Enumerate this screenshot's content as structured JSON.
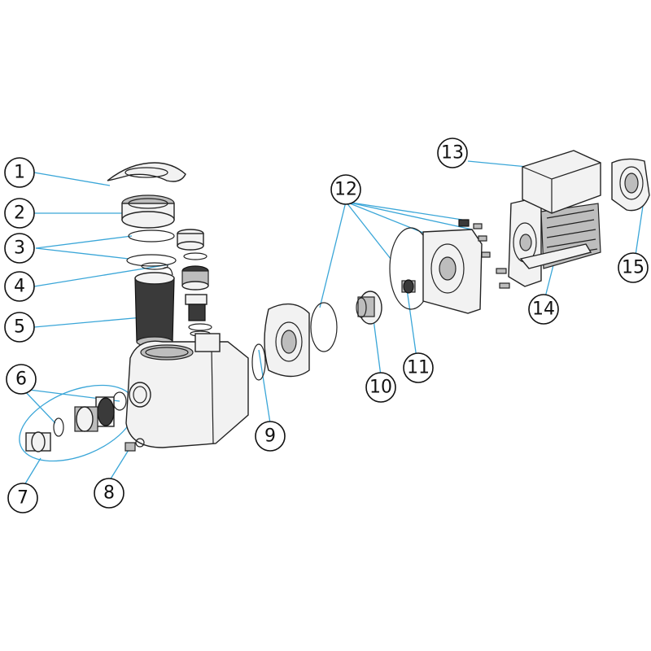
{
  "callouts": [
    {
      "id": "1",
      "label": "1"
    },
    {
      "id": "2",
      "label": "2"
    },
    {
      "id": "3",
      "label": "3"
    },
    {
      "id": "4",
      "label": "4"
    },
    {
      "id": "5",
      "label": "5"
    },
    {
      "id": "6",
      "label": "6"
    },
    {
      "id": "7",
      "label": "7"
    },
    {
      "id": "8",
      "label": "8"
    },
    {
      "id": "9",
      "label": "9"
    },
    {
      "id": "10",
      "label": "10"
    },
    {
      "id": "11",
      "label": "11"
    },
    {
      "id": "12",
      "label": "12"
    },
    {
      "id": "13",
      "label": "13"
    },
    {
      "id": "14",
      "label": "14"
    },
    {
      "id": "15",
      "label": "15"
    }
  ],
  "colors": {
    "leader_line": "#3aa6d8",
    "outline": "#222222",
    "background": "#ffffff"
  }
}
